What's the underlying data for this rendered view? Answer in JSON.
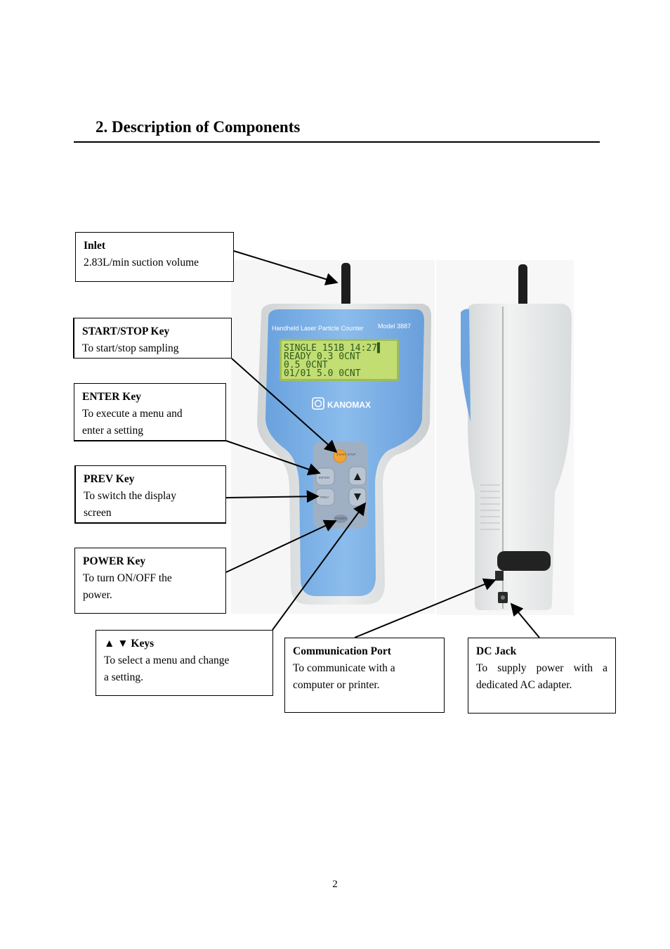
{
  "heading": "2. Description of Components",
  "device": {
    "title": "Handheld Laser Particle Counter",
    "model": "Model 3887",
    "brand": "KANOMAX",
    "lcd_lines": [
      "SINGLE  151B  14:27▌",
      "READY 0.3      0CNT",
      "      0.5      0CNT",
      "01/01 5.0      0CNT"
    ],
    "key_labels": {
      "start_stop": "START STOP",
      "enter": "ENTER",
      "prev": "PREV",
      "power": "POWER"
    }
  },
  "callouts": {
    "inlet": {
      "title": "Inlet",
      "desc": "2.83L/min suction volume"
    },
    "start_stop": {
      "title": "START/STOP Key",
      "desc": "To start/stop sampling"
    },
    "enter": {
      "title": "ENTER Key",
      "desc_1": "To execute a menu and",
      "desc_2": "enter a setting"
    },
    "prev": {
      "title": "PREV Key",
      "desc_1": "To switch the display",
      "desc_2": "screen"
    },
    "power": {
      "title": "POWER Key",
      "desc_1": "To turn ON/OFF  the",
      "desc_2": "power."
    },
    "arrows": {
      "title": "▲  ▼ Keys",
      "desc_1": "To select a menu and change",
      "desc_2": "a setting."
    },
    "comm_port": {
      "title": "Communication Port",
      "desc_1": "To communicate with a",
      "desc_2": "computer or printer."
    },
    "dc_jack": {
      "title": "DC Jack",
      "desc_1": "To supply power with a",
      "desc_2": "dedicated AC adapter."
    }
  },
  "page_number": "2",
  "colors": {
    "device_blue": "#7fb0e4",
    "device_gray": "#d9dcdd",
    "lcd_green": "#b9d86a",
    "start_key_orange": "#f0a436"
  }
}
